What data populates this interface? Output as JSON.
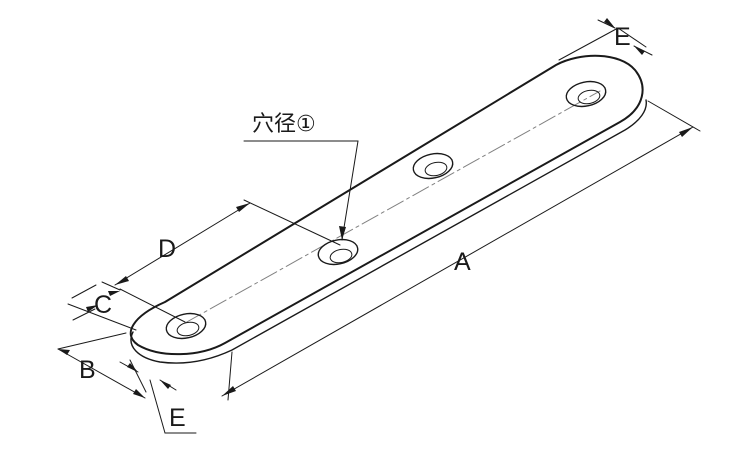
{
  "drawing": {
    "labels": {
      "hole_diameter": "穴径①",
      "A": "A",
      "B": "B",
      "C": "C",
      "D": "D",
      "E_top": "E",
      "E_bottom": "E"
    },
    "line_color": "#1a1a1a",
    "background": "#ffffff"
  }
}
